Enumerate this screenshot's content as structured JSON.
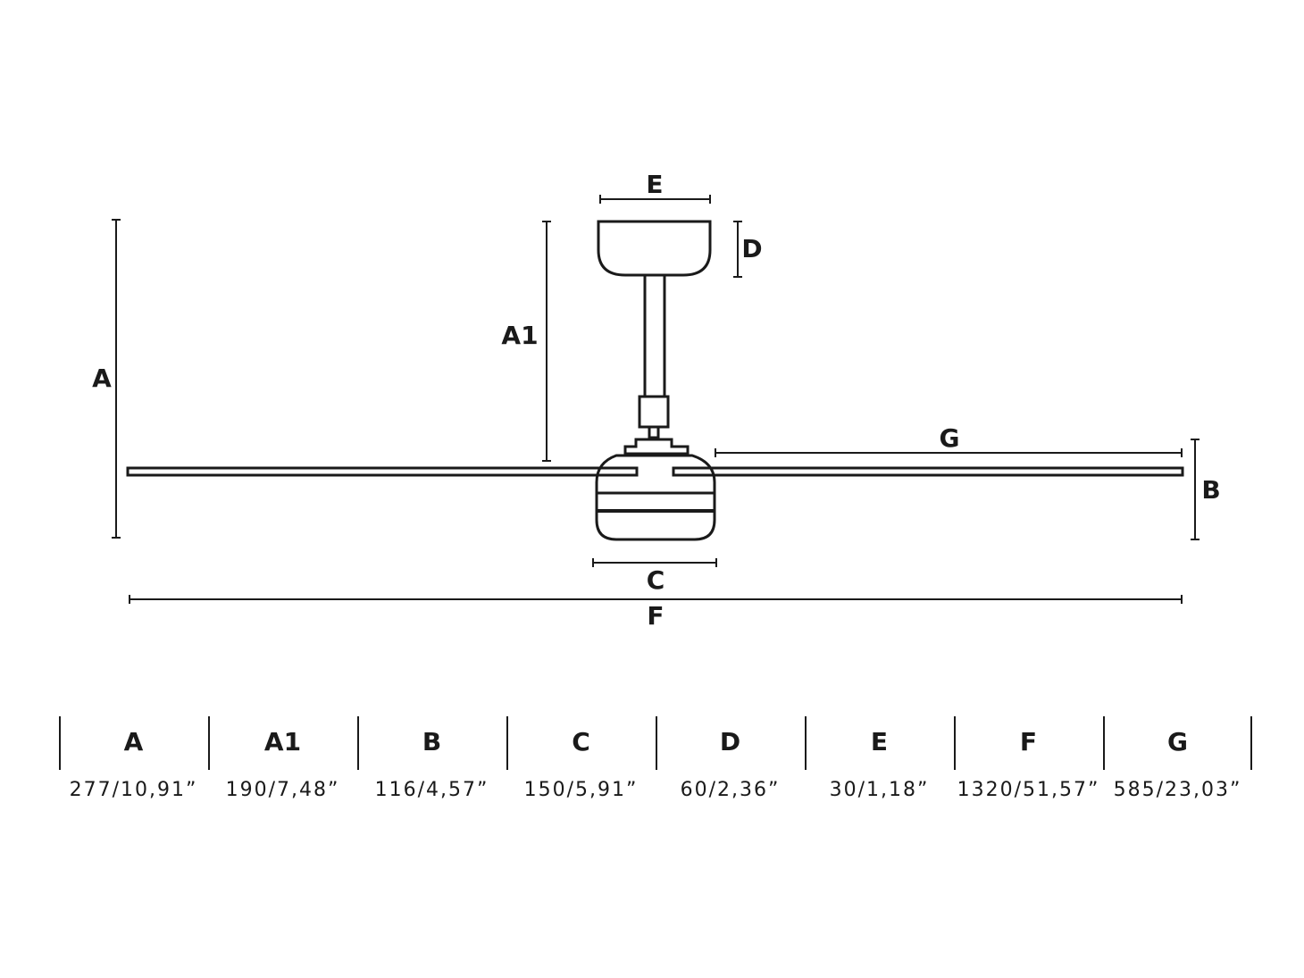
{
  "diagram": {
    "labels": {
      "A": "A",
      "A1": "A1",
      "B": "B",
      "C": "C",
      "D": "D",
      "E": "E",
      "F": "F",
      "G": "G"
    }
  },
  "table": {
    "columns": [
      {
        "letter": "A",
        "value": "277/10,91”"
      },
      {
        "letter": "A1",
        "value": "190/7,48”"
      },
      {
        "letter": "B",
        "value": "116/4,57”"
      },
      {
        "letter": "C",
        "value": "150/5,91”"
      },
      {
        "letter": "D",
        "value": "60/2,36”"
      },
      {
        "letter": "E",
        "value": "30/1,18”"
      },
      {
        "letter": "F",
        "value": "1320/51,57”"
      },
      {
        "letter": "G",
        "value": "585/23,03”"
      }
    ]
  },
  "colors": {
    "line": "#1a1a1a",
    "background": "#ffffff"
  }
}
